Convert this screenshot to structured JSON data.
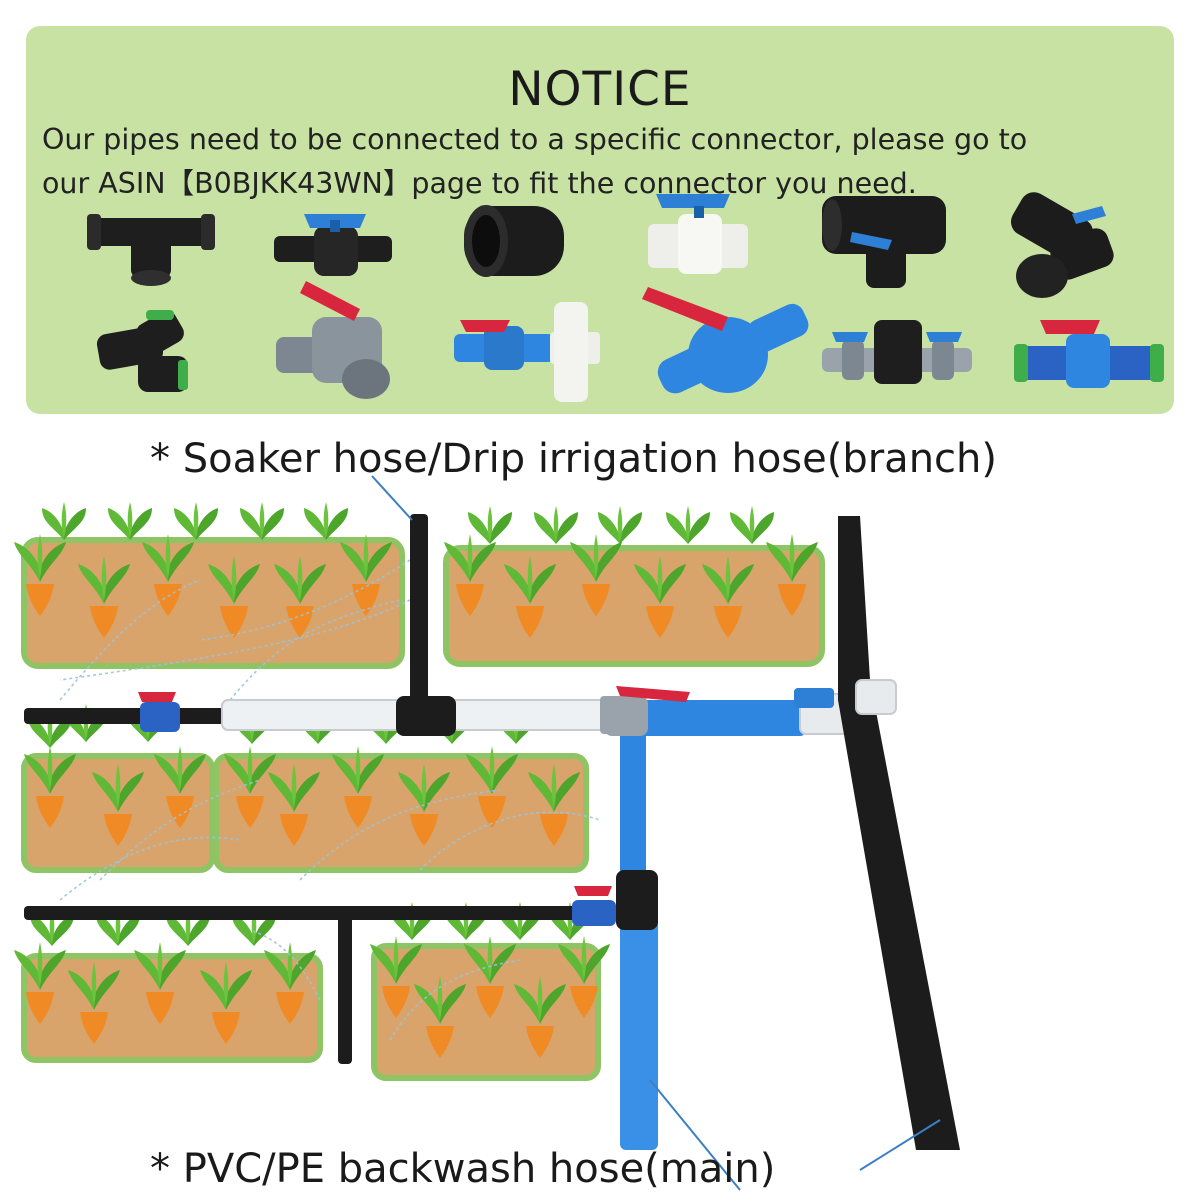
{
  "notice": {
    "title": "NOTICE",
    "line1": "Our pipes need to be connected to a specific connector, please go to",
    "line2": "our ASIN【B0BJKK43WN】page to fit the connector you need."
  },
  "connectors": [
    "black-tee-connector-icon",
    "black-valve-blue-handle-icon",
    "black-coupler-icon",
    "white-valve-blue-handle-icon",
    "black-tee-valve-icon",
    "black-elbow-valve-icon",
    "green-ring-tee-connector-icon",
    "grey-three-way-valve-icon",
    "blue-valve-white-tee-icon",
    "blue-ball-valve-red-handle-icon",
    "grey-double-valve-tee-icon",
    "blue-valve-red-handle-icon"
  ],
  "captions": {
    "branch": "* Soaker hose/Drip irrigation hose(branch)",
    "main": "* PVC/PE backwash hose(main)"
  },
  "colors": {
    "notice_bg": "#c8e2a4",
    "soil": "#d9a46b",
    "bed_border": "#8fc464",
    "carrot": "#f08a24",
    "leaf": "#5fb836",
    "blue_pipe": "#2f86e0",
    "black_pipe": "#1c1c1c",
    "valve_red": "#d7263d",
    "valve_blue": "#2e7fd6"
  }
}
